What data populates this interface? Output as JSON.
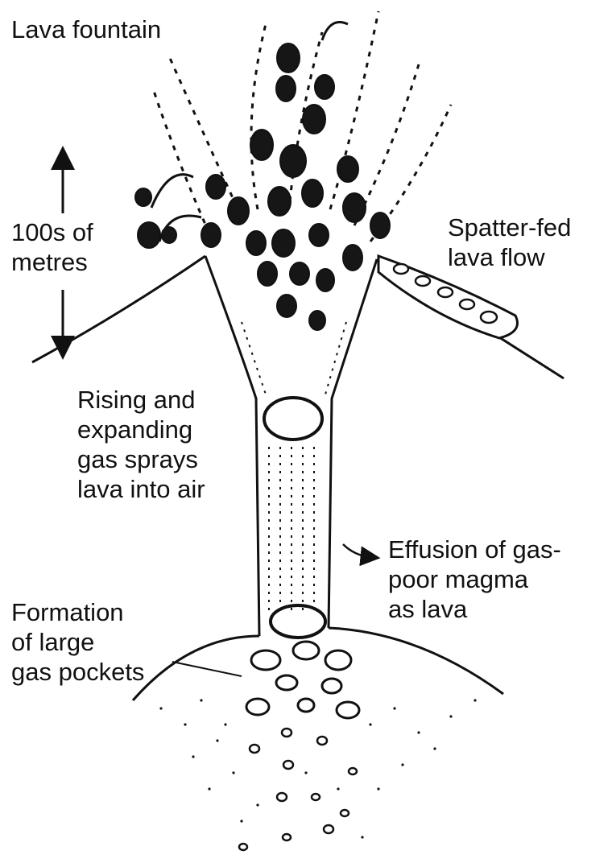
{
  "diagram": {
    "labels": {
      "lava_fountain": [
        "Lava fountain"
      ],
      "height": [
        "100s of",
        "metres"
      ],
      "spatter_flow": [
        "Spatter-fed",
        "lava flow"
      ],
      "rising_gas": [
        "Rising and",
        "expanding",
        "gas sprays",
        "lava into air"
      ],
      "effusion": [
        "Effusion of gas-",
        "poor magma",
        "as lava"
      ],
      "gas_pockets": [
        "Formation",
        "of large",
        "gas pockets"
      ]
    },
    "colors": {
      "ink": "#111111",
      "paper": "#ffffff"
    }
  }
}
